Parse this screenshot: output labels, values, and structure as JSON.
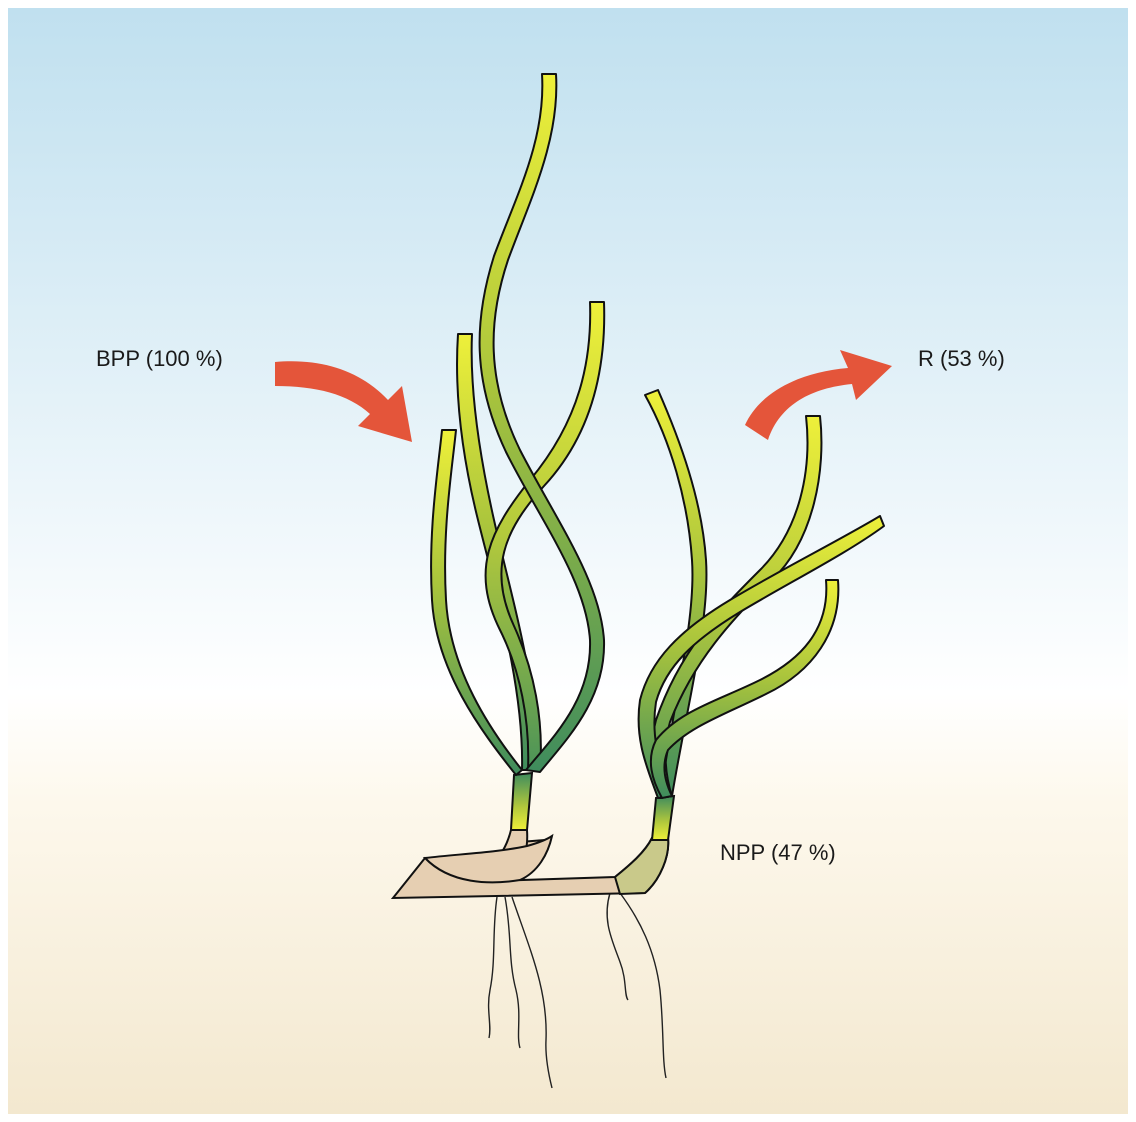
{
  "labels": {
    "bpp": "BPP (100 %)",
    "r": "R (53 %)",
    "npp": "NPP (47 %)"
  },
  "colors": {
    "sky_top": "#c0e0ef",
    "sky_mid": "#ffffff",
    "sediment_bottom": "#f3e8cf",
    "arrow": "#e4553a",
    "leaf_light": "#e8ee3a",
    "leaf_mid": "#9cbd3b",
    "leaf_dark": "#3f8d5c",
    "rhizome": "#e6cfb2",
    "outline": "#111111"
  }
}
